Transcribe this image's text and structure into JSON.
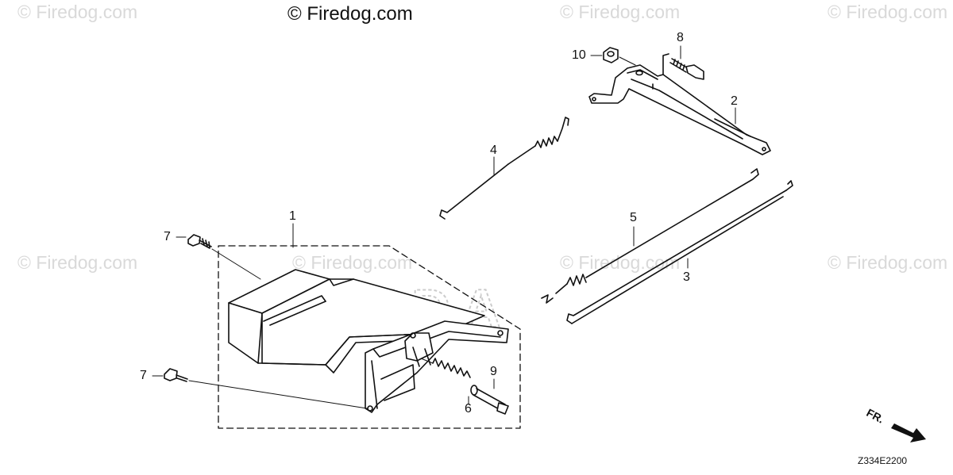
{
  "watermark": {
    "faint_text": "© Firedog.com",
    "main_text": "© Firedog.com",
    "background_brand": "HONDA"
  },
  "callouts": [
    {
      "label": "1",
      "part": "cover"
    },
    {
      "label": "2",
      "part": "lever"
    },
    {
      "label": "3",
      "part": "rod"
    },
    {
      "label": "4",
      "part": "rod-with-spring"
    },
    {
      "label": "5",
      "part": "rod-with-spring"
    },
    {
      "label": "6",
      "part": "spring"
    },
    {
      "label": "7",
      "part": "bolt"
    },
    {
      "label": "7",
      "part": "bolt"
    },
    {
      "label": "8",
      "part": "bolt"
    },
    {
      "label": "9",
      "part": "bolt"
    },
    {
      "label": "10",
      "part": "nut"
    }
  ],
  "direction_marker": {
    "label": "FR.",
    "icon": "arrow-right-down-icon"
  },
  "diagram_code": "Z334E2200",
  "colors": {
    "line": "#111111",
    "watermark": "#d9d9d9",
    "brand_ghost": "#cccccc",
    "background": "#ffffff"
  }
}
